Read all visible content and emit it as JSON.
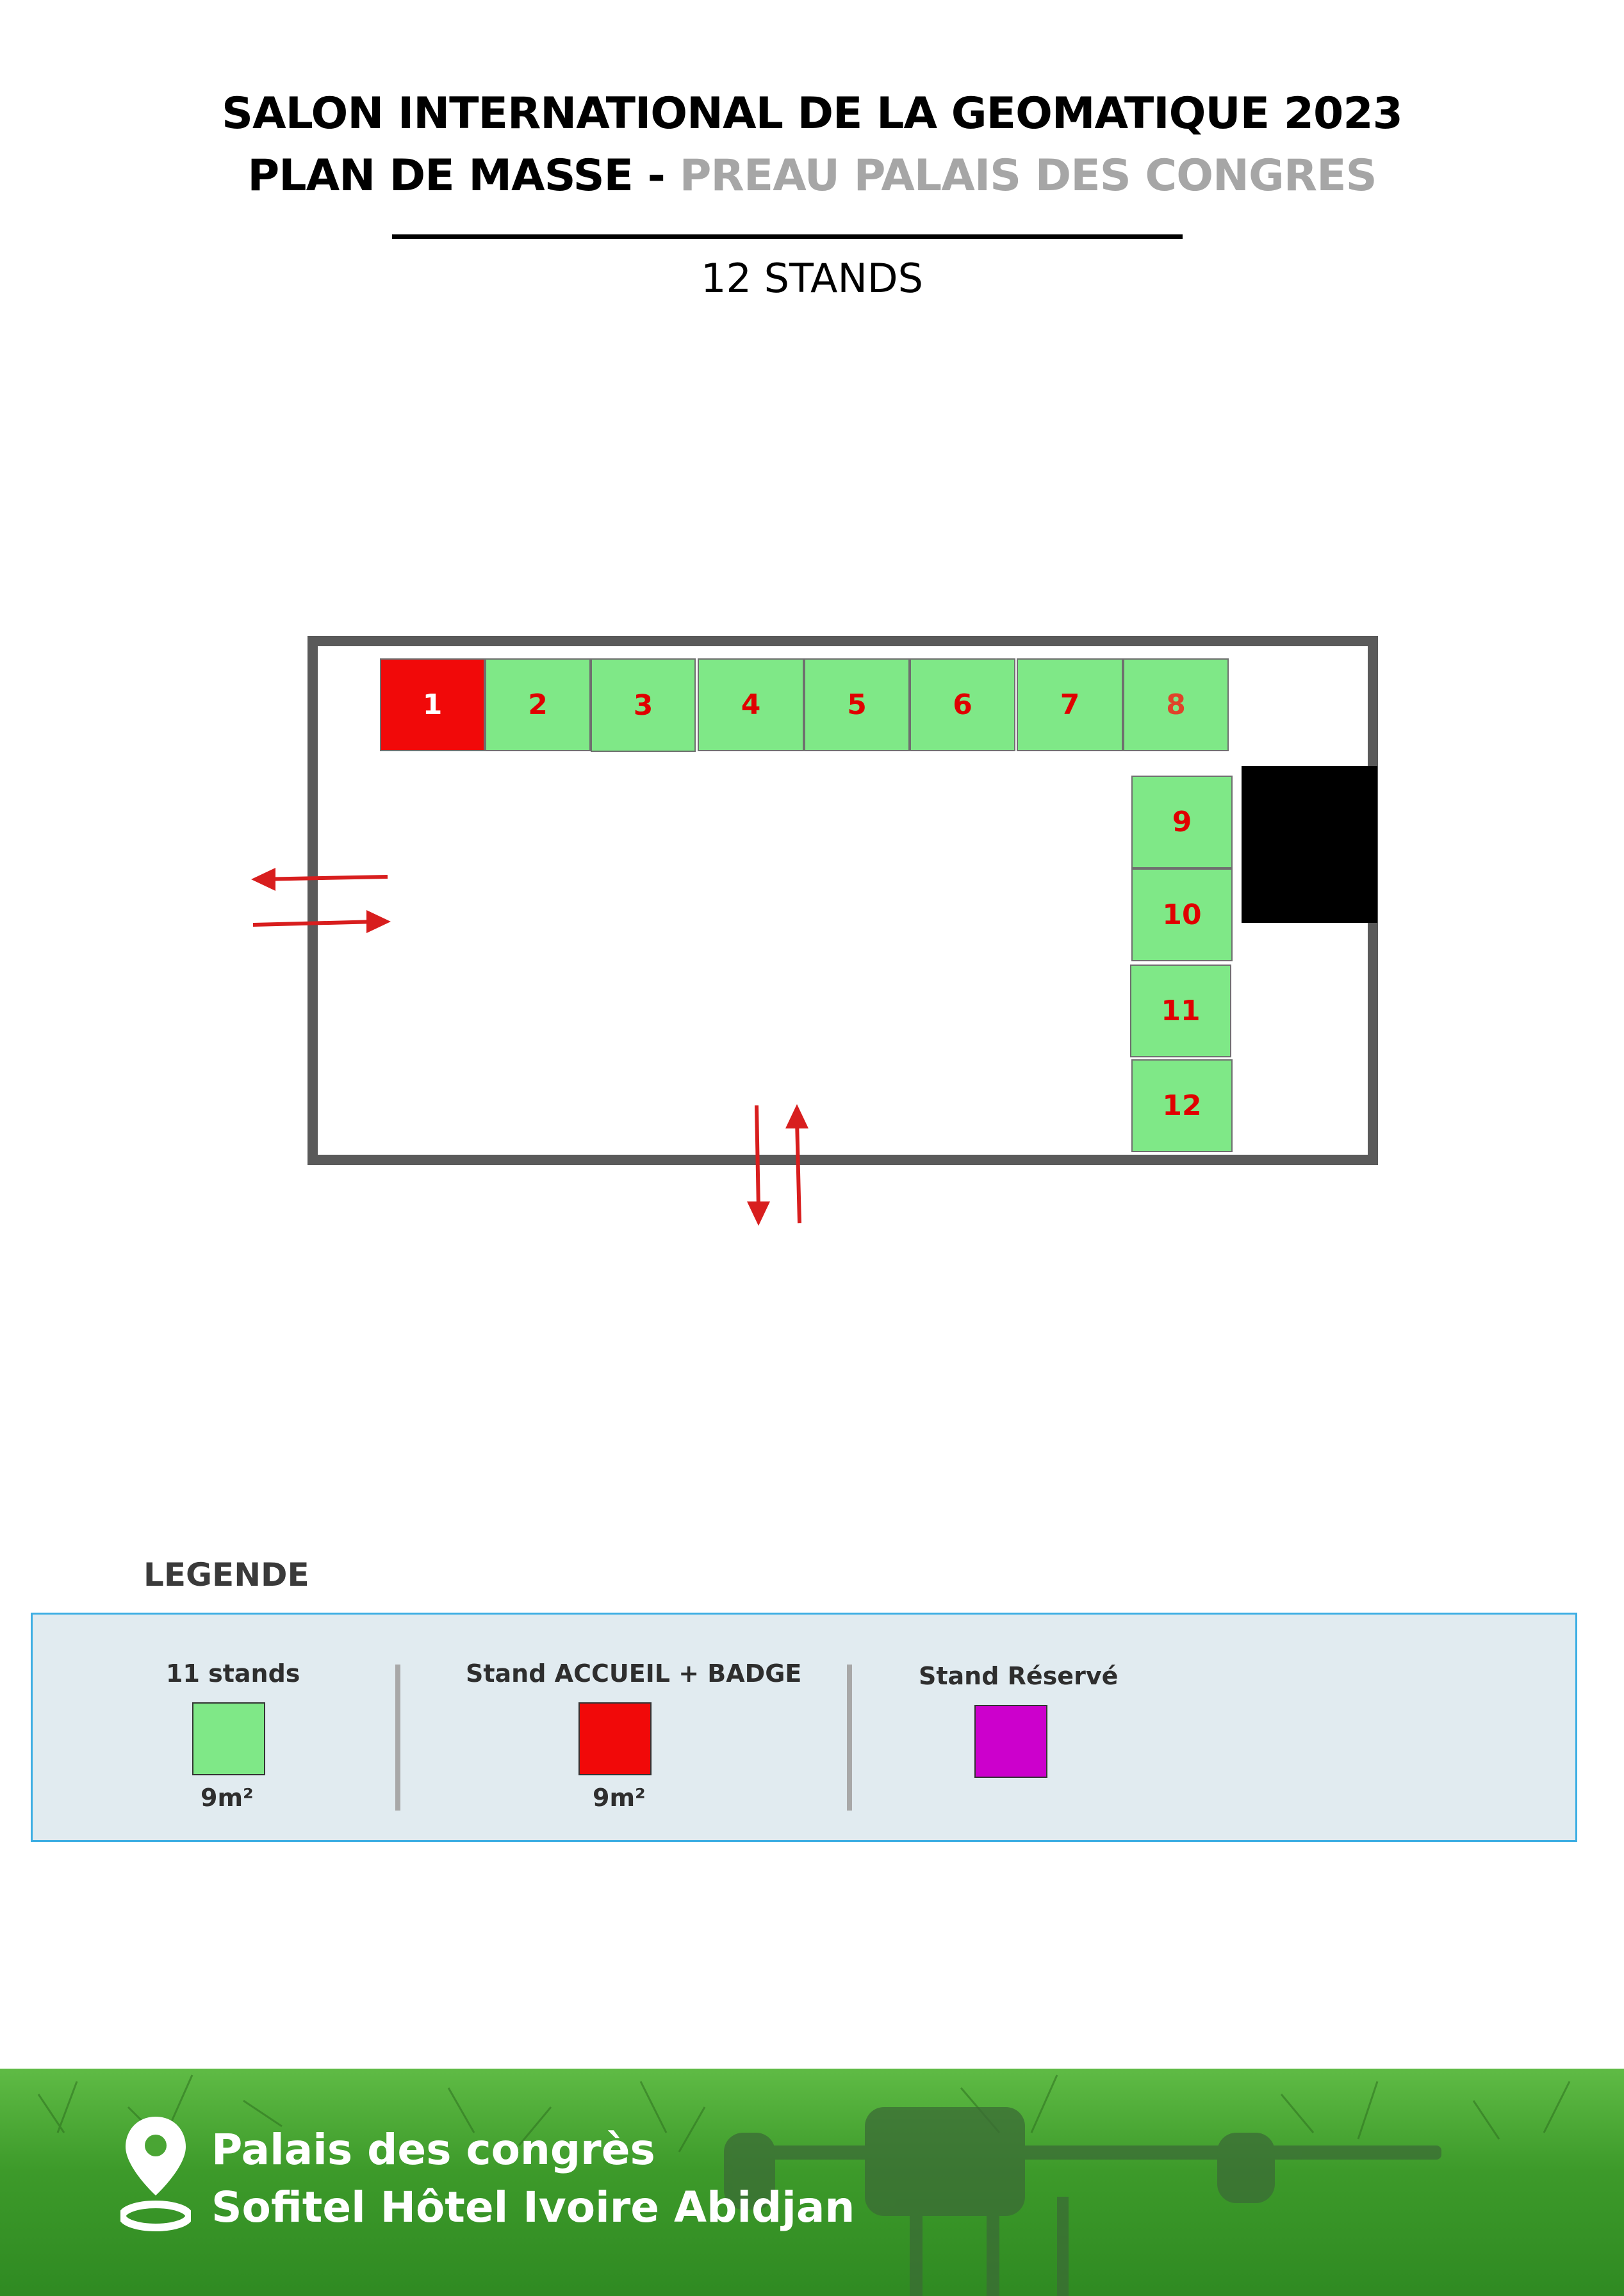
{
  "header": {
    "title_line1": "SALON INTERNATIONAL DE LA GEOMATIQUE 2023",
    "title_line2_part1": "PLAN DE MASSE - ",
    "title_line2_part2": "PREAU PALAIS DES CONGRES",
    "stand_count": "12 STANDS"
  },
  "plan": {
    "stands": [
      {
        "label": "1",
        "type": "accueil"
      },
      {
        "label": "2",
        "type": "standard"
      },
      {
        "label": "3",
        "type": "standard"
      },
      {
        "label": "4",
        "type": "standard"
      },
      {
        "label": "5",
        "type": "standard"
      },
      {
        "label": "6",
        "type": "standard"
      },
      {
        "label": "7",
        "type": "standard"
      },
      {
        "label": "8",
        "type": "standard"
      },
      {
        "label": "9",
        "type": "standard"
      },
      {
        "label": "10",
        "type": "standard"
      },
      {
        "label": "11",
        "type": "standard"
      },
      {
        "label": "12",
        "type": "standard"
      }
    ],
    "colors": {
      "standard": "#7fe887",
      "accueil": "#f10909",
      "reserve": "#cc00cc",
      "arrow": "#d81e1e",
      "wall": "#5a5a5a"
    }
  },
  "legend": {
    "title": "LEGENDE",
    "items": [
      {
        "label": "11 stands",
        "size": "9m²",
        "color": "#7fe887"
      },
      {
        "label": "Stand ACCUEIL + BADGE",
        "size": "9m²",
        "color": "#f10909"
      },
      {
        "label": "Stand Réservé",
        "size": "",
        "color": "#cc00cc"
      }
    ]
  },
  "footer": {
    "icon": "location-pin-icon",
    "line1": "Palais des congrès",
    "line2": "Sofitel Hôtel Ivoire Abidjan"
  }
}
